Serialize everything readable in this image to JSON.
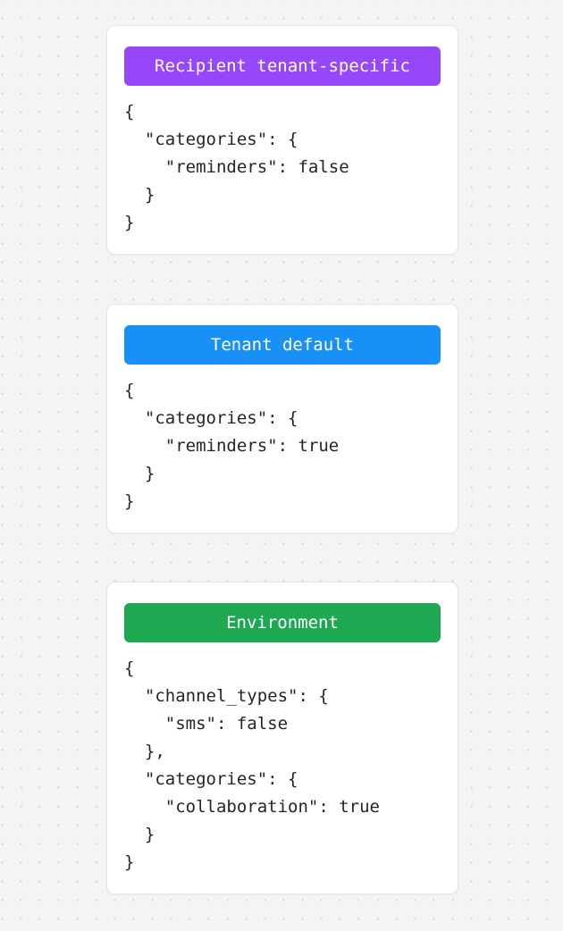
{
  "page": {
    "background_color": "#f4f4f4",
    "dot_color": "#d2d2d2",
    "card_background": "#ffffff"
  },
  "cards": [
    {
      "badge_label": "Recipient tenant-specific",
      "badge_color": "#9747fa",
      "badge_text_color": "#ffffff",
      "code": "{\n  \"categories\": {\n    \"reminders\": false\n  }\n}"
    },
    {
      "badge_label": "Tenant default",
      "badge_color": "#1890f5",
      "badge_text_color": "#ffffff",
      "code": "{\n  \"categories\": {\n    \"reminders\": true\n  }\n}"
    },
    {
      "badge_label": "Environment",
      "badge_color": "#1da851",
      "badge_text_color": "#ffffff",
      "code": "{\n  \"channel_types\": {\n    \"sms\": false\n  },\n  \"categories\": {\n    \"collaboration\": true\n  }\n}"
    }
  ]
}
